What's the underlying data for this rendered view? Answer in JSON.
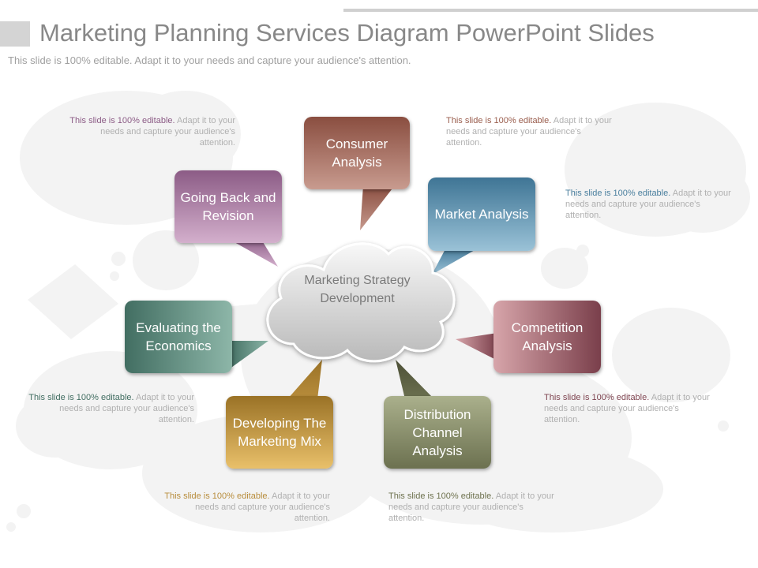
{
  "header": {
    "title": "Marketing Planning Services Diagram PowerPoint Slides",
    "subtitle": "This slide is 100% editable. Adapt it to your needs and capture your audience's attention."
  },
  "center": {
    "label": "Marketing Strategy Development"
  },
  "bubbles": [
    {
      "id": "consumer",
      "label": "Consumer Analysis",
      "color": "#9a5e4e"
    },
    {
      "id": "market",
      "label": "Market Analysis",
      "color": "#4a7f9e"
    },
    {
      "id": "competition",
      "label": "Competition Analysis",
      "color": "#7e4450"
    },
    {
      "id": "distribution",
      "label": "Distribution Channel Analysis",
      "color": "#6f7350"
    },
    {
      "id": "marketing_mix",
      "label": "Developing The Marketing Mix",
      "color": "#b88d3c"
    },
    {
      "id": "economics",
      "label": "Evaluating the Economics",
      "color": "#426e62"
    },
    {
      "id": "revision",
      "label": "Going Back and Revision",
      "color": "#8c5c86"
    }
  ],
  "notes": [
    {
      "lead": "This slide is 100% editable.",
      "rest": " Adapt it to your needs and capture your audience's attention.",
      "lead_color": "#8c5c86"
    },
    {
      "lead": "This slide is 100% editable.",
      "rest": " Adapt it to your needs and capture your audience's attention.",
      "lead_color": "#9a5e4e"
    },
    {
      "lead": "This slide is 100% editable.",
      "rest": " Adapt it to your needs and capture your audience's attention.",
      "lead_color": "#4a7f9e"
    },
    {
      "lead": "This slide is 100% editable.",
      "rest": " Adapt it to your needs and capture your audience's attention.",
      "lead_color": "#426e62"
    },
    {
      "lead": "This slide is 100% editable.",
      "rest": " Adapt it to your needs and capture your audience's attention.",
      "lead_color": "#7e4450"
    },
    {
      "lead": "This slide is 100% editable.",
      "rest": " Adapt it to your needs and capture your audience's attention.",
      "lead_color": "#b88d3c"
    },
    {
      "lead": "This slide is 100% editable.",
      "rest": " Adapt it to your needs and capture your audience's attention.",
      "lead_color": "#6f7350"
    }
  ]
}
